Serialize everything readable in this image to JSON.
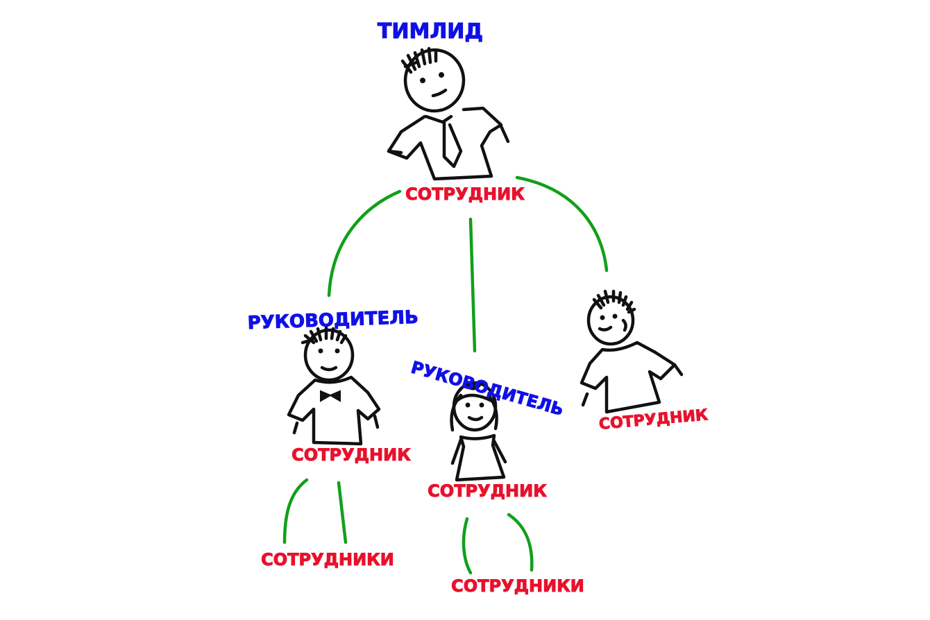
{
  "colors": {
    "role_label": "#1010e6",
    "employee_label": "#e8112d",
    "connector": "#11a01a",
    "ink": "#111111",
    "background": "#ffffff"
  },
  "nodes": {
    "teamlead": {
      "role": "ТИМЛИД",
      "status": "СОТРУДНИК"
    },
    "manager_left": {
      "role": "РУКОВОДИТЕЛЬ",
      "status": "СОТРУДНИК",
      "reports": "СОТРУДНИКИ"
    },
    "manager_middle": {
      "role": "РУКОВОДИТЕЛЬ",
      "status": "СОТРУДНИК",
      "reports": "СОТРУДНИКИ"
    },
    "employee_right": {
      "status": "СОТРУДНИК"
    }
  },
  "icons": {
    "teamlead_figure": "man-with-tie-icon",
    "manager_left_figure": "man-with-bowtie-icon",
    "manager_middle_figure": "woman-icon",
    "employee_right_figure": "man-icon"
  }
}
